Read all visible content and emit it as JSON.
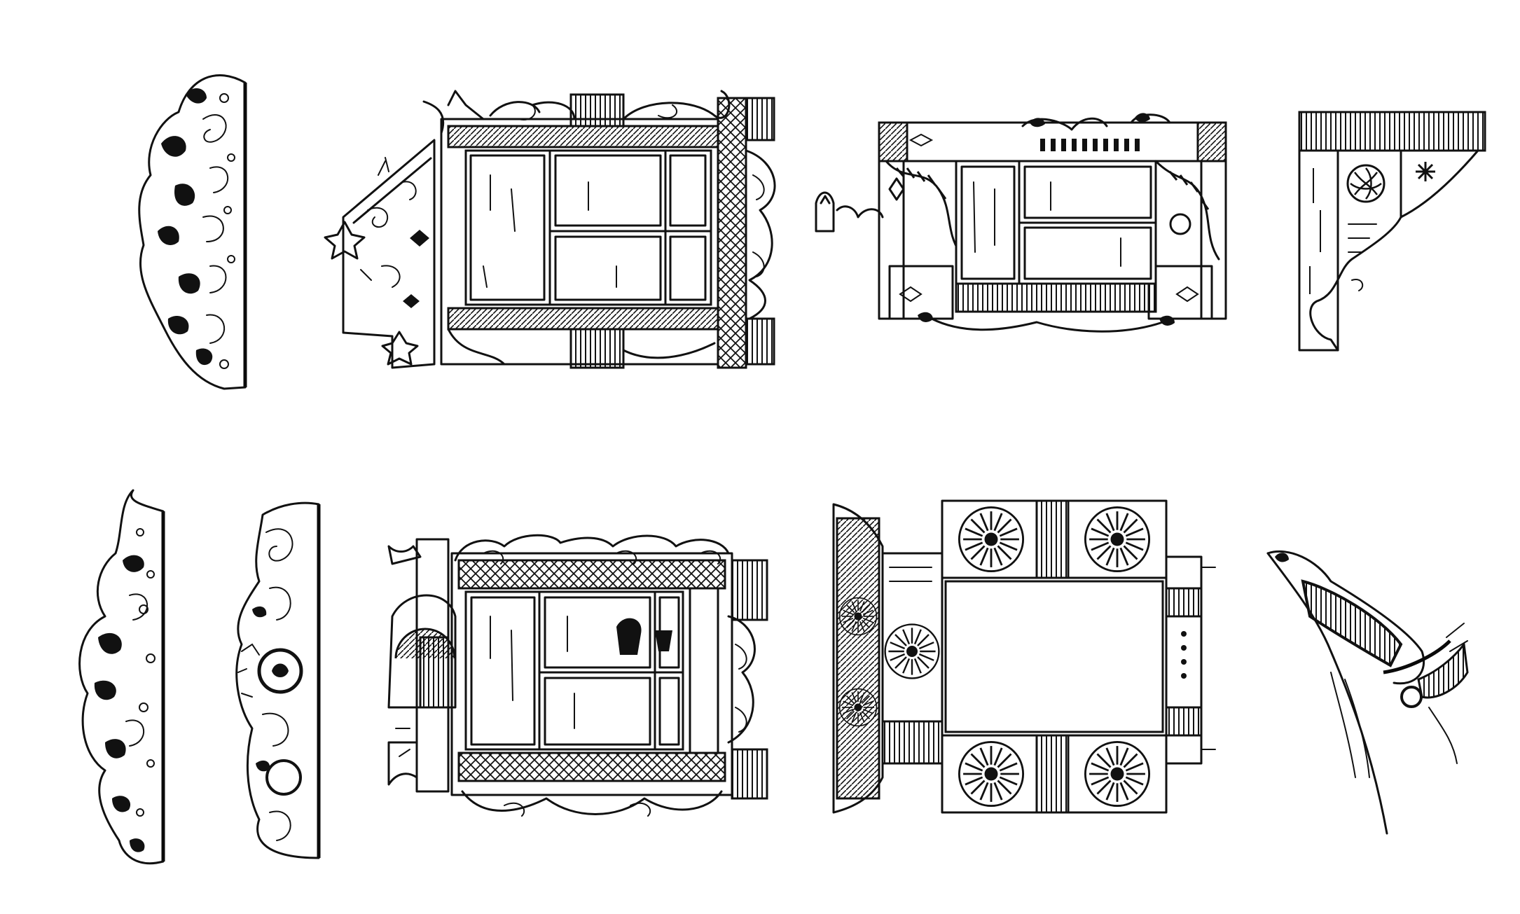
{
  "sheet": {
    "background": "#ffffff",
    "ink_color": "#111111",
    "style": "black ink line drawing"
  },
  "items": [
    {
      "name": "carved-frieze-board-top-left"
    },
    {
      "name": "window-surround-gabled-pediment"
    },
    {
      "name": "window-surround-low-cornice"
    },
    {
      "name": "corner-bracket-with-rosette"
    },
    {
      "name": "carved-frieze-board-bottom-left"
    },
    {
      "name": "carved-frieze-board-bottom-second"
    },
    {
      "name": "window-surround-with-half-sun"
    },
    {
      "name": "window-surround-sunburst-panels"
    },
    {
      "name": "carved-console-fragment"
    }
  ]
}
